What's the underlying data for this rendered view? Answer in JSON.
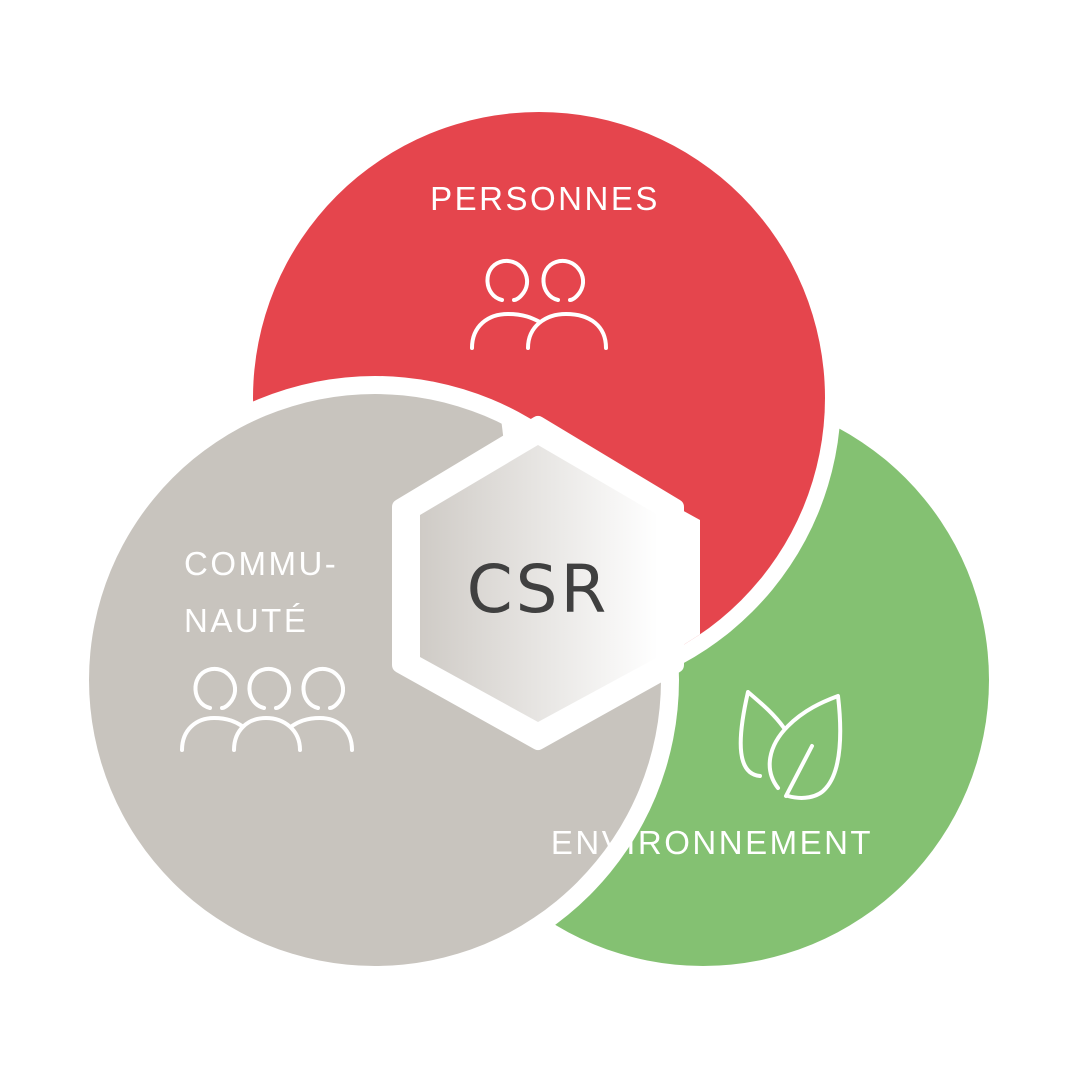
{
  "diagram": {
    "center": {
      "label": "CSR"
    },
    "segments": [
      {
        "key": "personnes",
        "label": "PERSONNES",
        "color": "#e5454d",
        "icon": "two-people-icon"
      },
      {
        "key": "communaute",
        "label_line1": "COMMU-",
        "label_line2": "NAUTÉ",
        "color": "#c8c4be",
        "icon": "three-people-icon"
      },
      {
        "key": "environnement",
        "label": "ENVIRONNEMENT",
        "color": "#84c172",
        "icon": "leaves-icon"
      }
    ],
    "hexagon_gradient": [
      "#cfcbc6",
      "#ffffff"
    ]
  }
}
